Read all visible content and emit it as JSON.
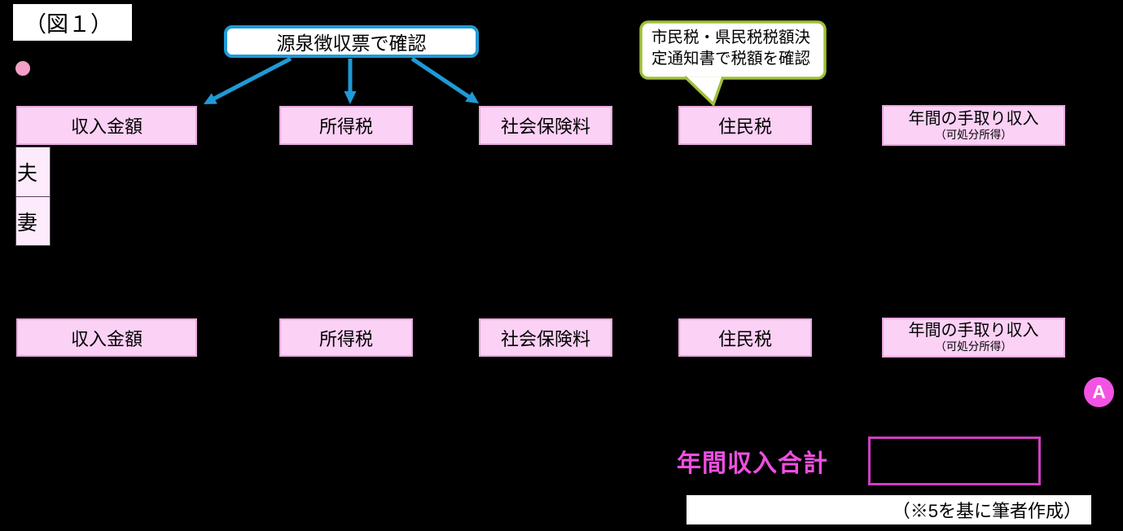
{
  "figure": {
    "label": "（図１）"
  },
  "callouts": {
    "withholding": "源泉徴収票で確認",
    "residence_line1": "市民税・県民税税額決",
    "residence_line2": "定通知書で税額を確認"
  },
  "table": {
    "row_headers": [
      "夫",
      "妻"
    ],
    "columns": [
      "収入金額",
      "所得税",
      "社会保険料",
      "住民税"
    ],
    "net_income_title": "年間の手取り収入",
    "net_income_sub": "（可処分所得）"
  },
  "summary": {
    "total_label": "年間収入合計",
    "marker": "A"
  },
  "footer": {
    "credit": "（※5を基に筆者作成）"
  },
  "colors": {
    "background": "#000000",
    "blue_callout": "#1F9AD7",
    "green_callout": "#9FBF3B",
    "pink_box_fill": "#FBD1F5",
    "pink_box_border": "#E7A9DC",
    "header_cell_fill": "#FDEBFC",
    "magenta_text": "#EE4FE0",
    "magenta_box_border": "#D13DC4",
    "badge_fill": "#F353E3",
    "bullet_pink": "#F49FC6"
  }
}
